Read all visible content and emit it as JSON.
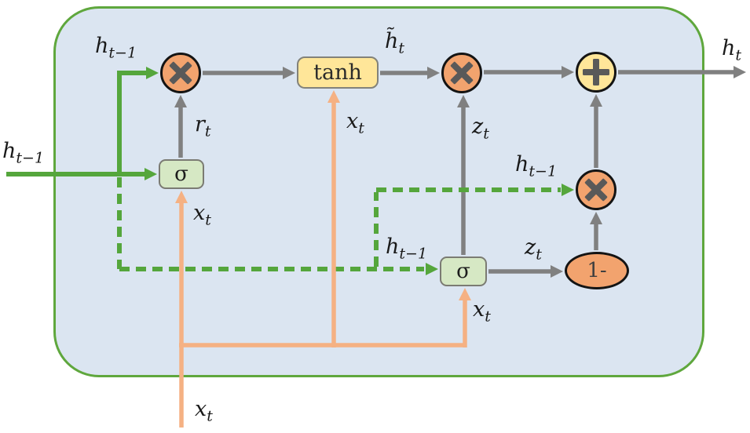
{
  "colors": {
    "canvas_bg": "#ffffff",
    "cell_bg": "#dbe5f1",
    "cell_border": "#5fa73d",
    "gray_line": "#808080",
    "green_line": "#55a63c",
    "orange_line": "#f5b183",
    "node_orange": "#f2a36e",
    "node_yellow": "#ffe699",
    "sigma_fill": "#d6e8c4",
    "sigma_border": "#7b7b73",
    "node_border": "#141414",
    "symbol_gray": "#595959",
    "text_color": "#1a1a1a"
  },
  "nodes": {
    "reset_sigma": "σ",
    "update_sigma": "σ",
    "tanh": "tanh",
    "one_minus": "1-"
  },
  "icons": {
    "multiply": "×",
    "plus": "+"
  },
  "labels": {
    "h_prev_input": {
      "base": "h",
      "sub": "t−1"
    },
    "h_prev_top": {
      "base": "h",
      "sub": "t−1"
    },
    "r_t": {
      "base": "r",
      "sub": "t"
    },
    "x_t_reset": {
      "base": "x",
      "sub": "t"
    },
    "h_tilde": {
      "base": "h̃",
      "sub": "t"
    },
    "x_t_tanh": {
      "base": "x",
      "sub": "t"
    },
    "z_t_top": {
      "base": "z",
      "sub": "t"
    },
    "h_prev_mul3": {
      "base": "h",
      "sub": "t−1"
    },
    "h_prev_update": {
      "base": "h",
      "sub": "t−1"
    },
    "z_t_right": {
      "base": "z",
      "sub": "t"
    },
    "x_t_update": {
      "base": "x",
      "sub": "t"
    },
    "x_t_bottom": {
      "base": "x",
      "sub": "t"
    },
    "h_t_out": {
      "base": "h",
      "sub": "t"
    }
  }
}
